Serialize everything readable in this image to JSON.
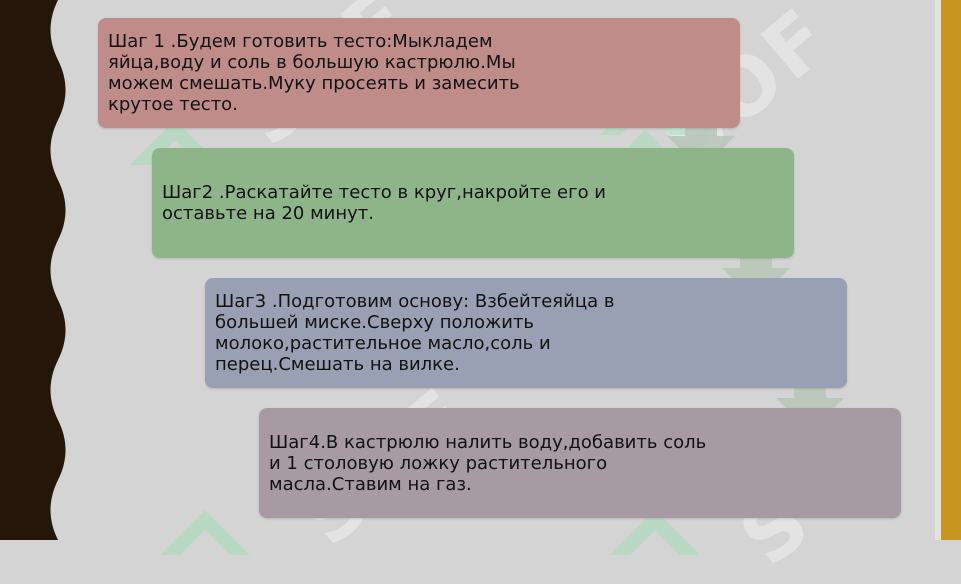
{
  "watermark_text": "SOF",
  "steps": [
    {
      "text": "Шаг 1 .Будем готовить тесто:Мыкладем\nяйца,воду и соль в большую кастрюлю.Мы\nможем смешать.Муку просеять и замесить\nкрутое тесто.",
      "color": "#bf8c8a"
    },
    {
      "text": "Шаг2 .Раскатайте тесто в круг,накройте его и\nоставьте на 20 минут.",
      "color": "#8eb58a"
    },
    {
      "text": "Шаг3 .Подготовим основу: Взбейтеяйца в\nбольшей миске.Сверху положить\nмолоко,растительное масло,соль и\nперец.Смешать на вилке.",
      "color": "#9aa0b4"
    },
    {
      "text": "Шаг4.В кастрюлю налить воду,добавить соль\nи 1 столовую ложку растительного\nмасла.Ставим на газ.",
      "color": "#a79aa2"
    }
  ],
  "colors": {
    "background": "#d4d4d4",
    "left_edge": "#241608",
    "right_bar": "#c8951f",
    "arrow": "#b8c6b8",
    "watermark_green": "#9be0b4"
  }
}
